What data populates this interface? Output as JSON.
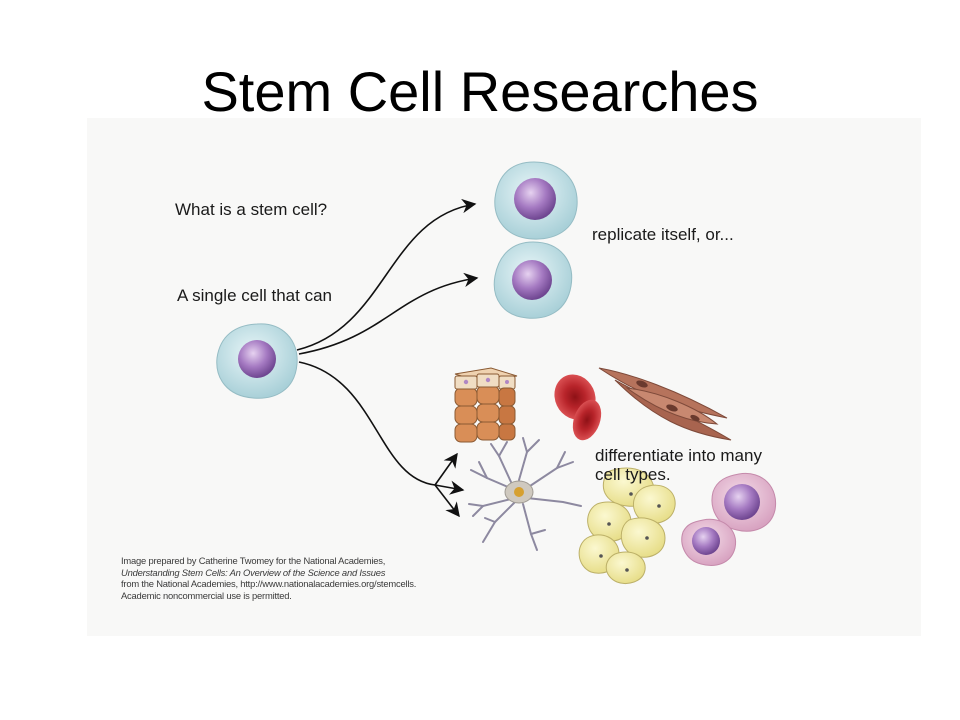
{
  "slide": {
    "title": "Stem Cell Researches"
  },
  "diagram": {
    "question": "What is a stem cell?",
    "intro": "A single cell that can",
    "branch_replicate": "replicate itself, or...",
    "branch_differentiate_line1": "differentiate into many",
    "branch_differentiate_line2": "cell types."
  },
  "credit": {
    "line1": "Image prepared by Catherine Twomey for the National Academies,",
    "line2": "Understanding Stem Cells: An Overview of the Science and Issues",
    "line3": "from the National Academies, http://www.nationalacademies.org/stemcells.",
    "line4": "Academic noncommercial use is permitted."
  },
  "colors": {
    "cell_body": "#c4e2e7",
    "nucleus": "#9b6fb6",
    "red_blood_cell": "#c1272d",
    "muscle_cell": "#b6735c",
    "epithelial_cell": "#d98e57",
    "fat_cell": "#f1eca0",
    "neuron": "#9b97a8",
    "immune_cell": "#e2b3cc"
  }
}
